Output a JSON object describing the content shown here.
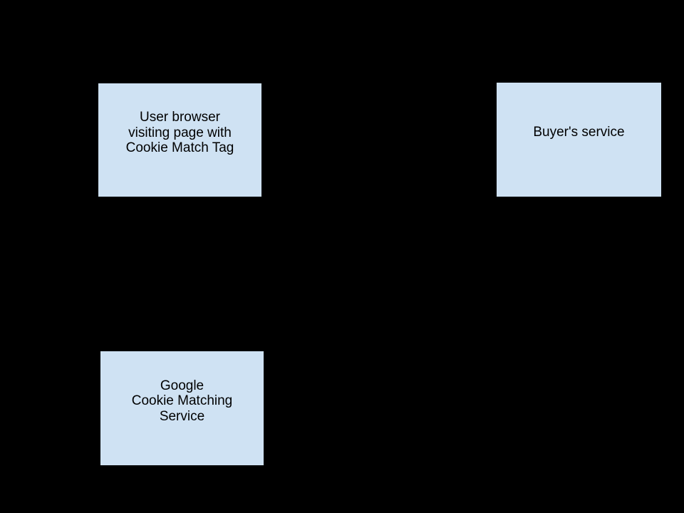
{
  "canvas": {
    "background_color": "#000000"
  },
  "diagram": {
    "type": "flow-diagram",
    "node_fill_color": "#cfe2f3",
    "node_border_color": "#000000",
    "text_color": "#000000",
    "nodes": [
      {
        "id": "user-browser",
        "text": "User browser\nvisiting page with\nCookie Match Tag"
      },
      {
        "id": "buyers-service",
        "text": "Buyer's service"
      },
      {
        "id": "google-cookie-matching-service",
        "text": "Google\nCookie Matching\nService"
      }
    ]
  }
}
